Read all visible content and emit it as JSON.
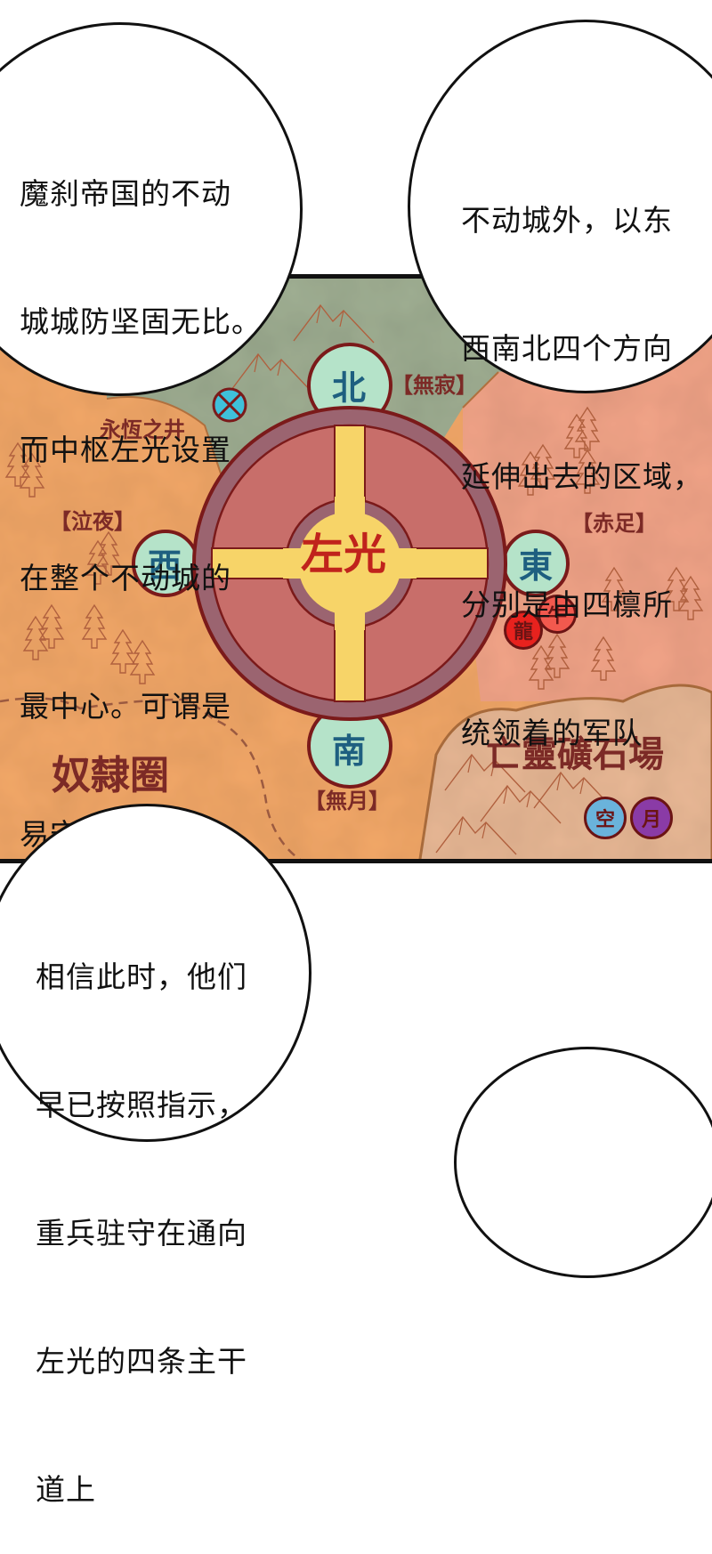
{
  "bubbles": {
    "top_left": {
      "lines": [
        "魔刹帝国的不动",
        "城城防坚固无比。",
        "而中枢左光设置",
        "在整个不动城的",
        "最中心。可谓是",
        "易守难攻至极！"
      ]
    },
    "top_right": {
      "lines": [
        "不动城外，以东",
        "西南北四个方向",
        "延伸出去的区域，",
        "分别是由四檩所",
        "统领着的军队"
      ]
    },
    "bottom_left": {
      "lines": [
        "相信此时，他们",
        "早已按照指示，",
        "重兵驻守在通向",
        "左光的四条主干",
        "道上"
      ]
    },
    "bottom_right": {
      "lines": []
    }
  },
  "map": {
    "center_label": "左光",
    "directions": {
      "north": "北",
      "south": "南",
      "east": "東",
      "west": "西"
    },
    "commanders": {
      "north": "【無寂】",
      "south": "【無月】",
      "east": "【赤足】",
      "west": "【泣夜】"
    },
    "landmarks": {
      "well": "永恆之井",
      "slave_zone": "奴隸圈",
      "mine": "亡靈礦石場"
    },
    "tokens": {
      "dragon": "龍",
      "ox": "牛",
      "sky": "空",
      "moon": "月"
    },
    "colors": {
      "west_region": "#f3a868",
      "north_region": "#9fae92",
      "east_region": "#f2a488",
      "mine_region": "#e9b895",
      "fortress_ring": "#9b6470",
      "fortress_inner": "#c86e6a",
      "cross": "#f7d468",
      "dir_circle": "#b5e3c9",
      "label": "#7c2a26",
      "dir_text": "#1e5f80",
      "center_text": "#c0231c"
    }
  }
}
